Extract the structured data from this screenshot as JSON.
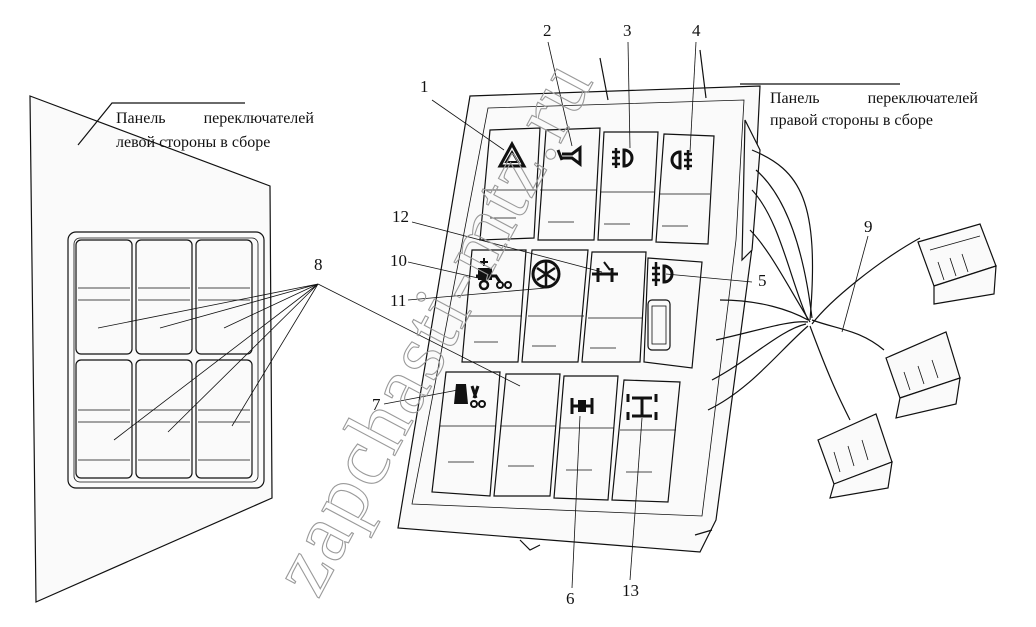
{
  "left_panel_label": {
    "line1_word1": "Панель",
    "line1_word2": "переключателей",
    "line2": "левой стороны в сборе"
  },
  "right_panel_label": {
    "line1_word1": "Панель",
    "line1_word2": "переключателей",
    "line2": "правой стороны в сборе"
  },
  "callouts": [
    "1",
    "2",
    "3",
    "4",
    "5",
    "6",
    "7",
    "8",
    "9",
    "10",
    "11",
    "12",
    "13"
  ],
  "watermark": "zapchasti-mtz.ru",
  "colors": {
    "line": "#111111",
    "fill": "#f7f7f7",
    "watermark_stroke": "#9a9a9a"
  }
}
